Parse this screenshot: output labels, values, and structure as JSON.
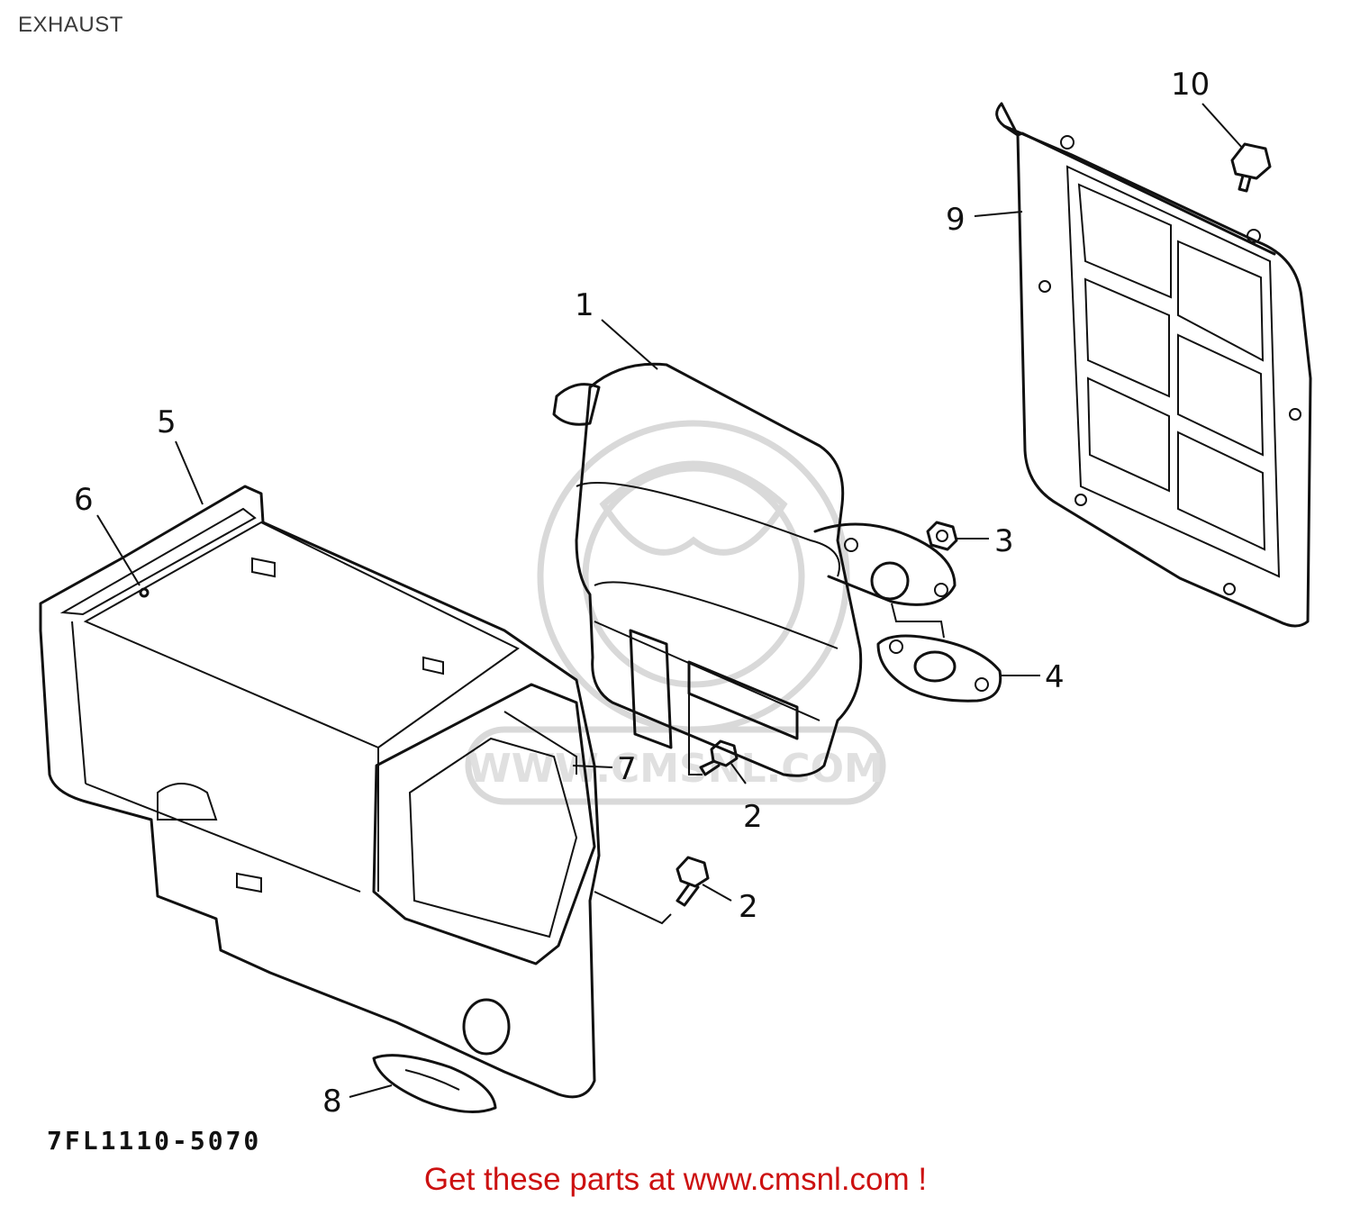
{
  "title": "EXHAUST",
  "drawing_number": "7FL1110-5070",
  "footer_text": "Get these parts at www.cmsnl.com !",
  "watermark_text": "WWW.CMSNL.COM",
  "callouts": {
    "c1": "1",
    "c2a": "2",
    "c2b": "2",
    "c3": "3",
    "c4": "4",
    "c5": "5",
    "c6": "6",
    "c7": "7",
    "c8": "8",
    "c9": "9",
    "c10": "10"
  },
  "colors": {
    "line": "#111111",
    "promo": "#cc1111",
    "watermark": "#d9d9d9"
  }
}
